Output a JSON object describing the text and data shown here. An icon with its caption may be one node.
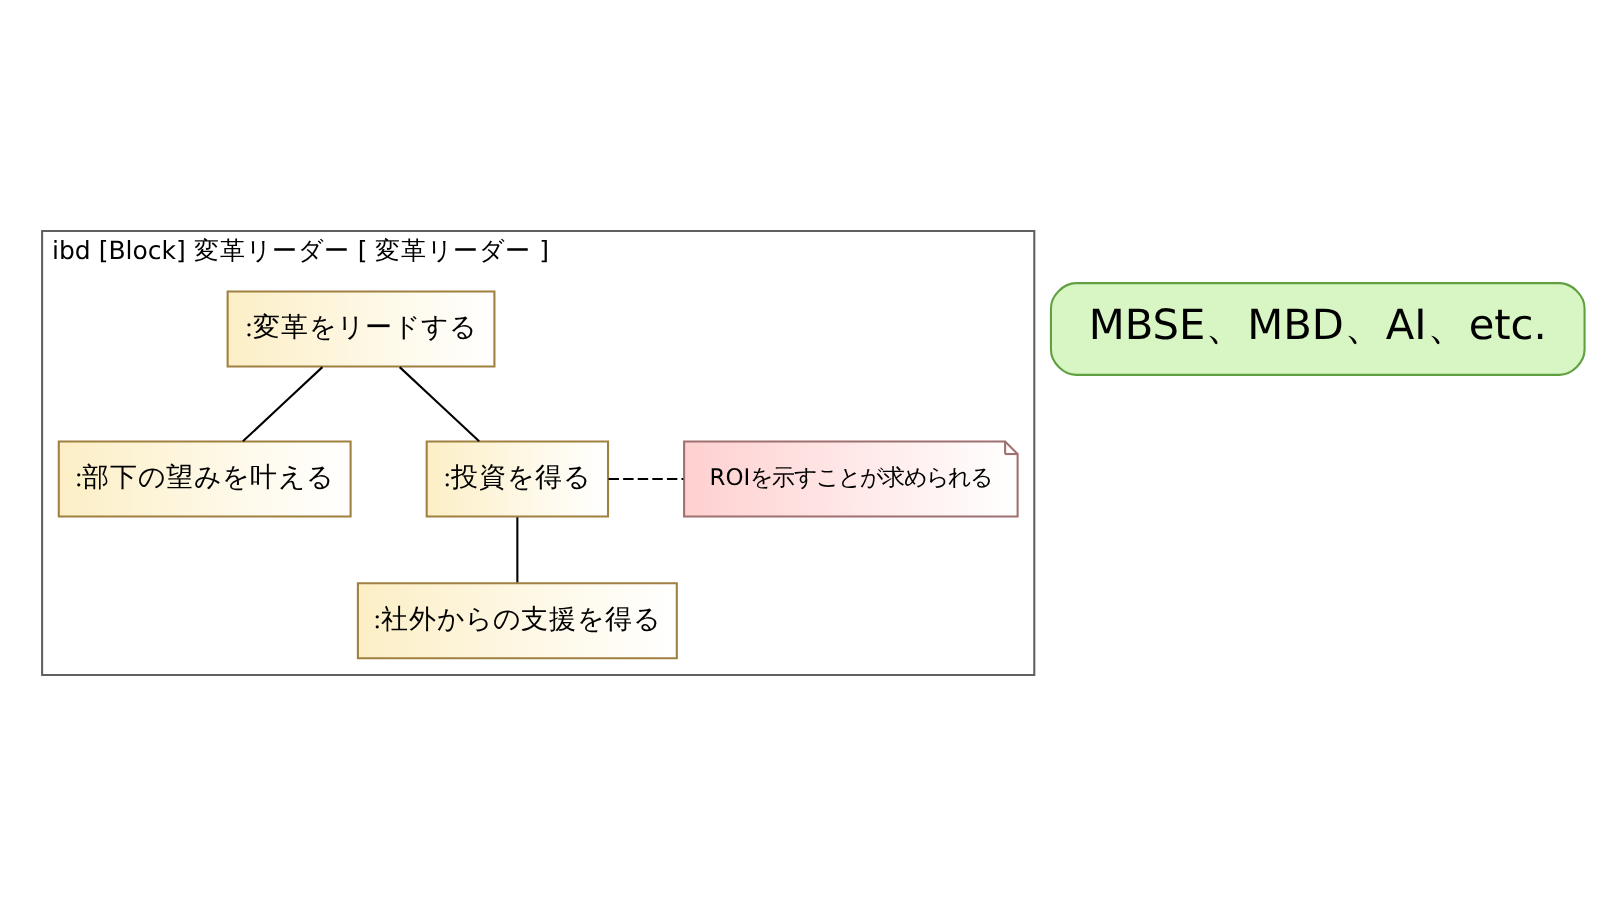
{
  "diagram": {
    "nodes": [
      {
        "text": [
          "ibd [Block] 変革リーダー [ 変革リーダー ]"
        ]
      },
      {
        "text": [
          ":変革をリードする"
        ],
        "in": 0
      },
      {
        "text": [
          ":部下の望みを叶える"
        ],
        "in": 0
      },
      {
        "text": [
          ":投資を得る"
        ],
        "in": 0
      },
      {
        "text": [
          ":社外からの支援を得る"
        ],
        "in": 0
      },
      {
        "text": [
          "ROIを示すことが求められる"
        ],
        "in": 0
      },
      {
        "text": [
          "MBSE、MBD、AI、etc."
        ]
      }
    ],
    "edges": [
      {
        "from": 1,
        "to": 2,
        "arrow": "none"
      },
      {
        "from": 1,
        "to": 3,
        "arrow": "none"
      },
      {
        "from": 3,
        "to": 4,
        "arrow": "none"
      },
      {
        "from": 3,
        "to": 5,
        "arrow": "none",
        "style": "dashed"
      }
    ]
  }
}
